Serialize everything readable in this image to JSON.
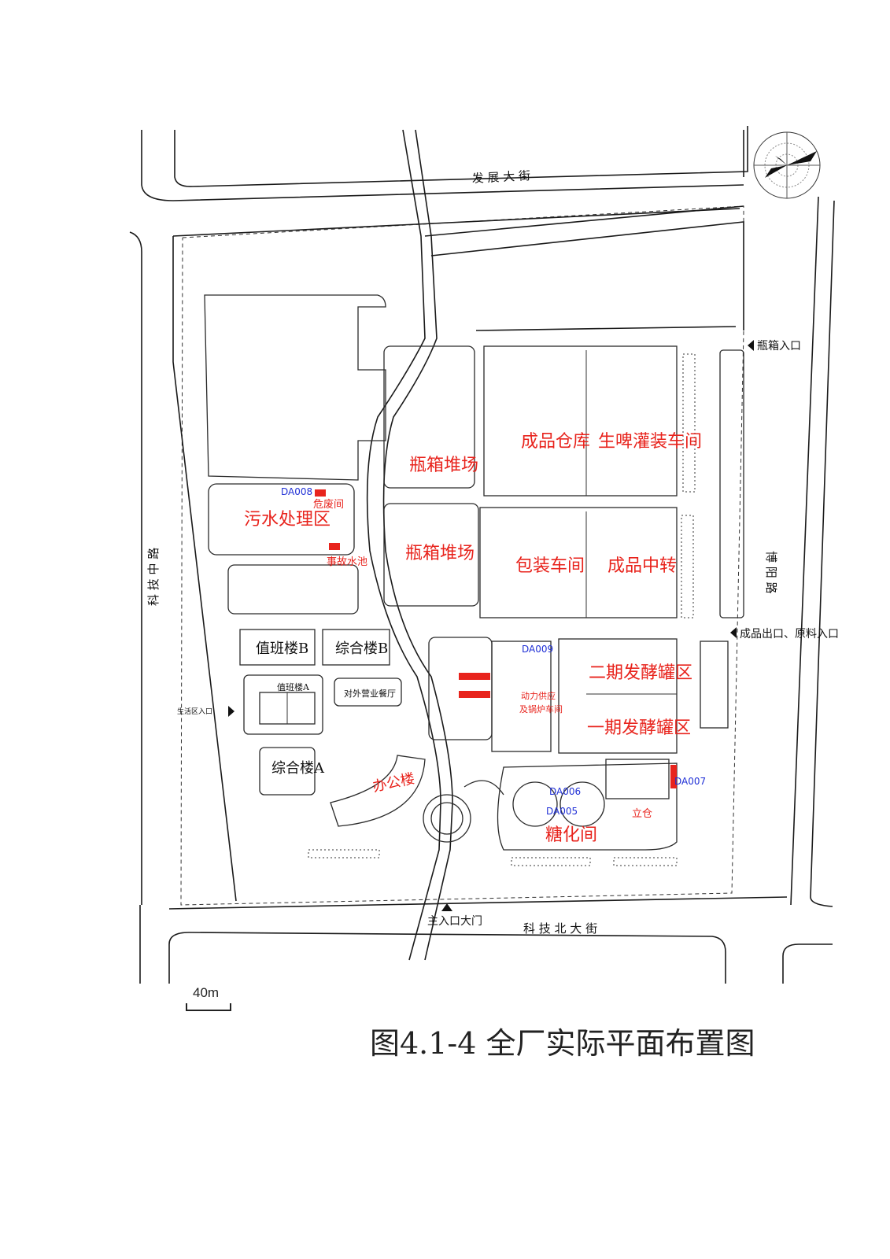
{
  "roads": {
    "north": "发 展 大 街",
    "south": "科 技 北 大 街",
    "west": "科 技 中 路",
    "east": "博 阳 路"
  },
  "zones": {
    "warehouse": "成品仓库",
    "filling": "生啤灌装车间",
    "bottle_yard_1": "瓶箱堆场",
    "bottle_yard_2": "瓶箱堆场",
    "packaging": "包装车间",
    "transfer": "成品中转",
    "sewage": "污水处理区",
    "hazardous": "危废间",
    "accident_pool": "事故水池",
    "duty_b": "值班楼B",
    "complex_b": "综合楼B",
    "duty_a": "值班楼A",
    "sales_hall": "对外营业餐厅",
    "complex_a": "综合楼A",
    "office": "办公楼",
    "power": "动力供应",
    "boiler": "及锅炉车间",
    "ferment_2": "二期发酵罐区",
    "ferment_1": "一期发酵罐区",
    "saccharify": "糖化间",
    "silo": "立仓"
  },
  "outlets": {
    "da008": "DA008",
    "da009": "DA009",
    "da006": "DA006",
    "da005": "DA005",
    "da007": "DA007"
  },
  "entrances": {
    "bottle_in": "瓶箱入口",
    "product_out": "成品出口、原料入口",
    "main_gate": "主入口大门",
    "living_in": "生活区入口"
  },
  "scale": "40m",
  "caption": "图4.1-4 全厂实际平面布置图",
  "colors": {
    "label_red": "#e8231c",
    "outlet_blue": "#1f2fd6",
    "line": "#1a1a1a"
  }
}
